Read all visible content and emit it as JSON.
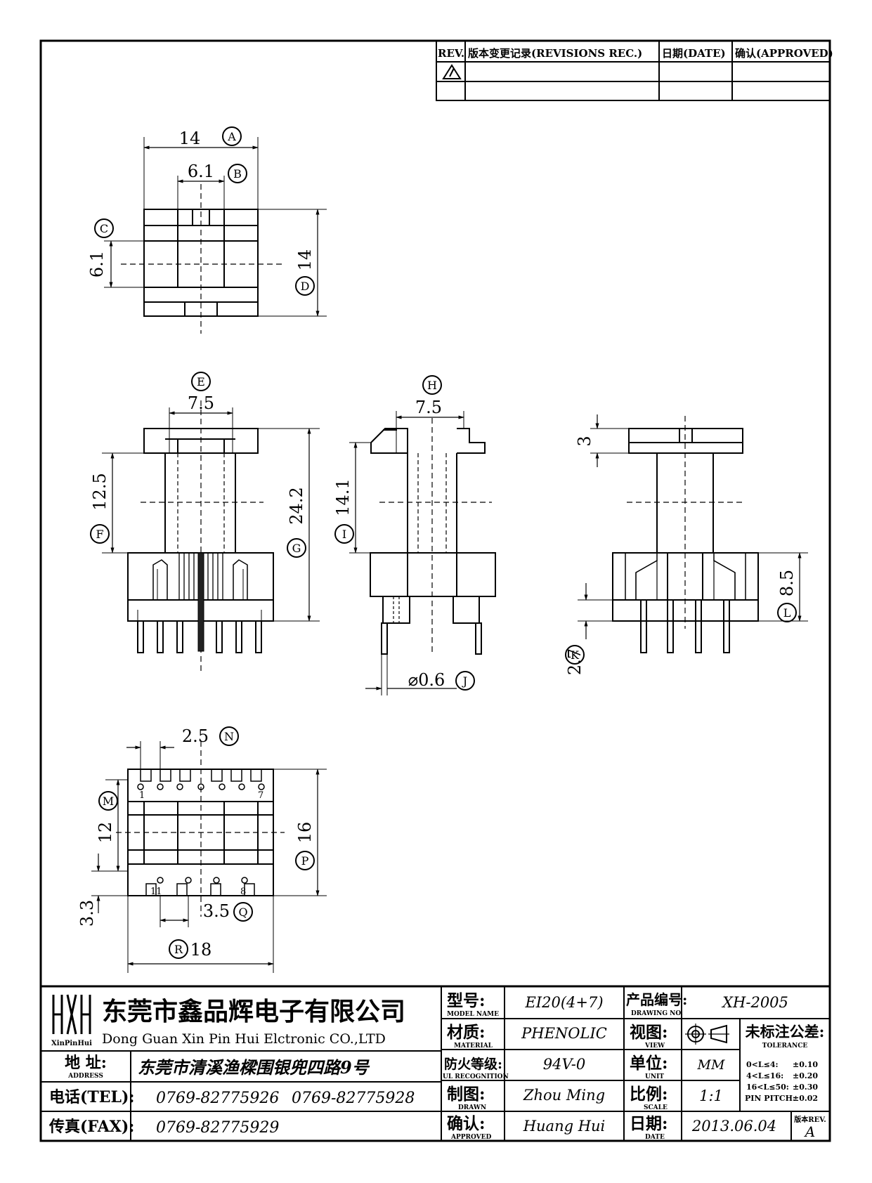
{
  "revisions": {
    "headers": {
      "rev": "REV.",
      "record": "版本变更记录(REVISIONS REC.)",
      "date": "日期(DATE)",
      "approved": "确认(APPROVED)"
    },
    "rows": [
      {
        "rev": "",
        "record": "",
        "date": "",
        "approved": ""
      }
    ]
  },
  "views": {
    "top": {
      "dim_a": "14",
      "tag_a": "A",
      "dim_b": "6.1",
      "tag_b": "B",
      "dim_c": "6.1",
      "tag_c": "C",
      "dim_d": "14",
      "tag_d": "D"
    },
    "front": {
      "dim_e": "7.5",
      "tag_e": "E",
      "dim_f": "12.5",
      "tag_f": "F",
      "dim_g": "24.2",
      "tag_g": "G"
    },
    "side": {
      "dim_h": "7.5",
      "tag_h": "H",
      "dim_i": "14.1",
      "tag_i": "I",
      "dim_j": "⌀0.6",
      "tag_j": "J"
    },
    "right": {
      "dim_3": "3",
      "dim_l": "8.5",
      "tag_l": "L",
      "dim_k": "2.7",
      "tag_k": "K"
    },
    "bottom": {
      "dim_n": "2.5",
      "tag_n": "N",
      "dim_m": "12",
      "tag_m": "M",
      "dim_p": "16",
      "tag_p": "P",
      "dim_33": "3.3",
      "dim_q": "3.5",
      "tag_q": "Q",
      "dim_r": "18",
      "tag_r": "R",
      "pin1": "1",
      "pin7": "7",
      "pin11": "11",
      "pin8": "8"
    }
  },
  "title_block": {
    "logo_text": "XinPinHui",
    "company_cn": "东莞市鑫品辉电子有限公司",
    "company_en": "Dong Guan Xin Pin Hui Elctronic CO.,LTD",
    "address_label_cn": "地 址:",
    "address_label_en": "ADDRESS",
    "address": "东莞市清溪渔樑围银兜四路9号",
    "tel_label": "电话(TEL):",
    "tel1": "0769-82775926",
    "tel2": "0769-82775928",
    "fax_label": "传真(FAX):",
    "fax": "0769-82775929",
    "model_label_cn": "型号:",
    "model_label_en": "MODEL NAME",
    "model": "EI20(4+7)",
    "material_label_cn": "材质:",
    "material_label_en": "MATERIAL",
    "material": "PHENOLIC",
    "ul_label_cn": "防火等级:",
    "ul_label_en": "UL RECOGNITION",
    "ul": "94V-0",
    "drawn_label_cn": "制图:",
    "drawn_label_en": "DRAWN",
    "drawn": "Zhou Ming",
    "approved_label_cn": "确认:",
    "approved_label_en": "APPROVED",
    "approved": "Huang Hui",
    "drawing_no_label_cn": "产品编号:",
    "drawing_no_label_en": "DRAWING NO.",
    "drawing_no": "XH-2005",
    "view_label_cn": "视图:",
    "view_label_en": "VIEW",
    "tolerance_label_cn": "未标注公差:",
    "tolerance_label_en": "TOLERANCE",
    "unit_label_cn": "单位:",
    "unit_label_en": "UNIT",
    "unit": "MM",
    "scale_label_cn": "比例:",
    "scale_label_en": "SCALE",
    "scale": "1:1",
    "date_label_cn": "日期:",
    "date_label_en": "DATE",
    "date": "2013.06.04",
    "rev_label": "版本REV.",
    "rev": "A",
    "tolerances": [
      {
        "range": "0<L≤4:",
        "value": "±0.10"
      },
      {
        "range": "4<L≤16:",
        "value": "±0.20"
      },
      {
        "range": "16<L≤50:",
        "value": "±0.30"
      },
      {
        "range": "PIN PITCH:",
        "value": "±0.02"
      }
    ]
  }
}
